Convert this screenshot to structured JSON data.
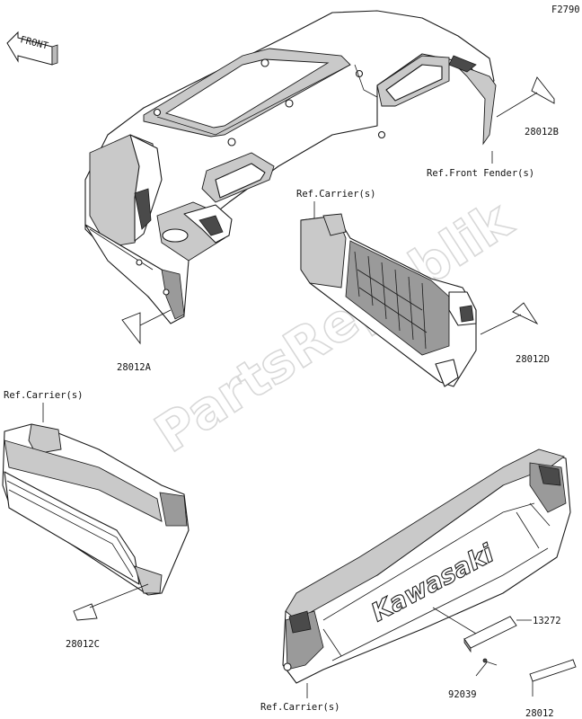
{
  "figure_code": "F2790",
  "front_arrow_label": "FRONT",
  "watermark_text": "PartsRepublik",
  "labels": {
    "part_28012B": "28012B",
    "ref_front_fender": "Ref.Front Fender(s)",
    "ref_carrier_top": "Ref.Carrier(s)",
    "part_28012A": "28012A",
    "part_28012D": "28012D",
    "ref_carrier_left": "Ref.Carrier(s)",
    "part_28012C": "28012C",
    "part_13272": "13272",
    "part_92039": "92039",
    "ref_carrier_bottom": "Ref.Carrier(s)",
    "part_28012": "28012"
  },
  "tailgate_logo": "Kawasaki"
}
